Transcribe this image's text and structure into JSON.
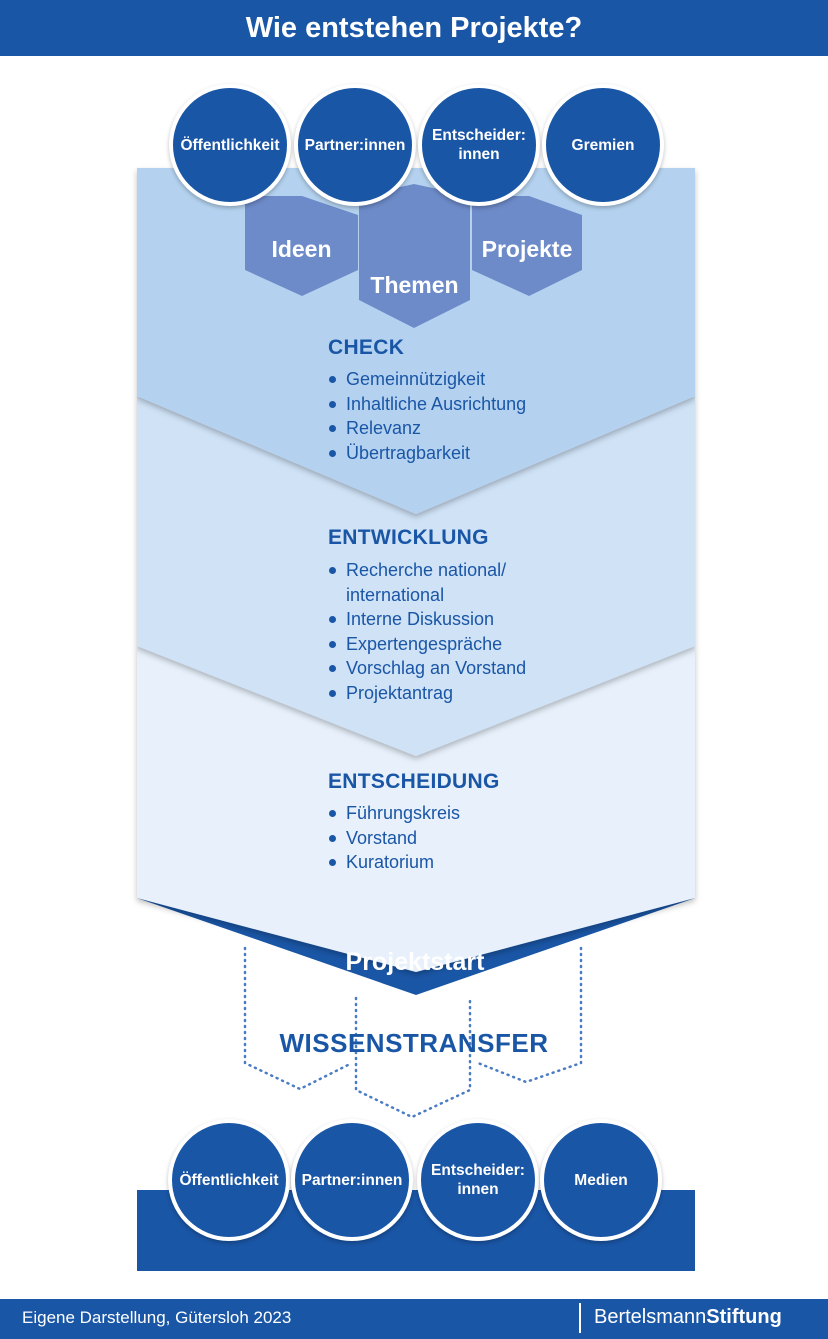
{
  "title": "Wie entstehen Projekte?",
  "top_circles": [
    "Öffentlichkeit",
    "Partner:innen",
    "Entscheider:\ninnen",
    "Gremien"
  ],
  "hexagons": {
    "ideen": "Ideen",
    "themen": "Themen",
    "projekte": "Projekte"
  },
  "check": {
    "title": "CHECK",
    "items": [
      "Gemeinnützigkeit",
      "Inhaltliche Ausrichtung",
      "Relevanz",
      "Übertragbarkeit"
    ]
  },
  "entwicklung": {
    "title": "ENTWICKLUNG",
    "items": [
      "Recherche national/\ninternational",
      "Interne Diskussion",
      "Expertengespräche",
      "Vorschlag an Vorstand",
      "Projektantrag"
    ]
  },
  "entscheidung": {
    "title": "ENTSCHEIDUNG",
    "items": [
      "Führungskreis",
      "Vorstand",
      "Kuratorium"
    ]
  },
  "projektstart": "Projektstart",
  "wissenstransfer": "WISSENSTRANSFER",
  "bottom_circles": [
    "Öffentlichkeit",
    "Partner:innen",
    "Entscheider:\ninnen",
    "Medien"
  ],
  "footer": {
    "credit": "Eigene Darstellung, Gütersloh 2023",
    "logo_light": "Bertelsmann",
    "logo_bold": "Stiftung"
  },
  "colors": {
    "dark_blue": "#1a56a6",
    "check_bg": "#b4d2ef",
    "entwicklung_bg": "#cfe2f6",
    "entscheidung_bg": "#e7f0fb",
    "hexagon": "#6d8bc9",
    "dots": "#4a7cc4"
  }
}
